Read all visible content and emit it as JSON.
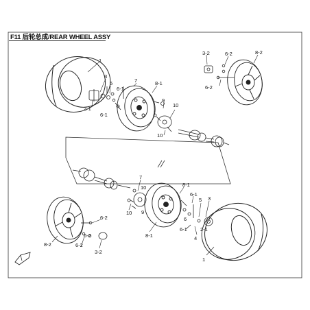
{
  "title": "F11 后轮总成/REAR WHEEL ASSY",
  "labels": {
    "tire": "1",
    "washer": "2-1",
    "hub_nut": "3",
    "cap": "3-2",
    "cotter_pin": "4",
    "nut": "5",
    "rim_steel": "8-1",
    "rim_alloy": "8-2",
    "bolt": "9",
    "hub": "10",
    "stud": "6",
    "lug": "6-1",
    "wheel_bolt": "6-2",
    "lug_nut": "7"
  }
}
